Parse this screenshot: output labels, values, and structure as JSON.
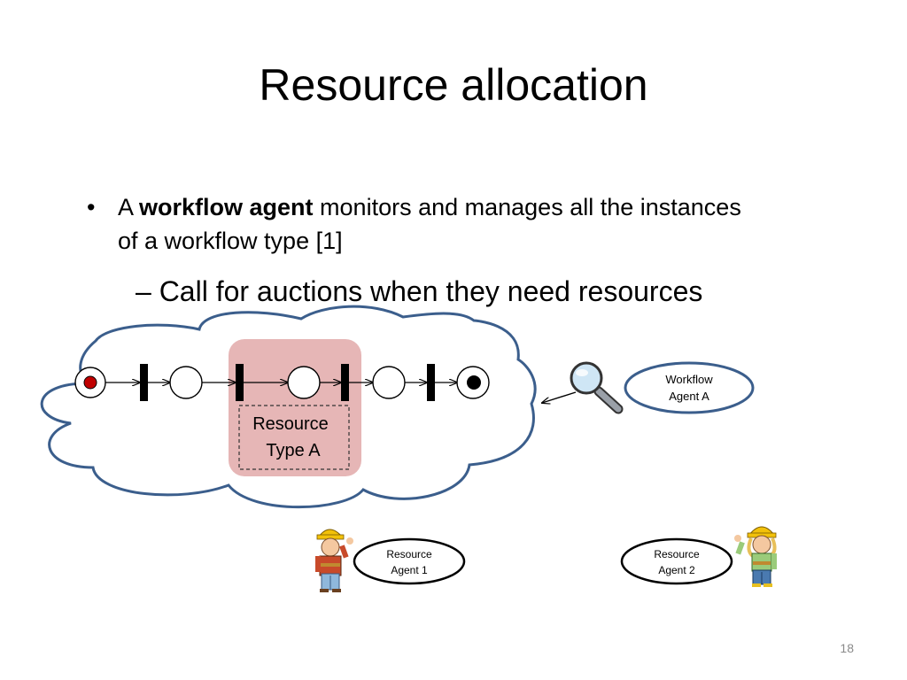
{
  "slide": {
    "title": "Resource allocation",
    "bullet": {
      "marker": "•",
      "prefix": "A ",
      "bold": "workflow agent",
      "rest": " monitors and manages all the instances of a workflow type [1]"
    },
    "sub_bullet": {
      "marker": "–",
      "text": "Call for auctions when they need resources"
    },
    "page_number": "18"
  },
  "diagram": {
    "resource_type": {
      "line1": "Resource",
      "line2": "Type A"
    },
    "workflow_agent": {
      "line1": "Workflow",
      "line2": "Agent A"
    },
    "resource_agent_1": {
      "line1": "Resource",
      "line2": "Agent 1"
    },
    "resource_agent_2": {
      "line1": "Resource",
      "line2": "Agent 2"
    },
    "icons": [
      "cloud-icon",
      "magnifier-icon",
      "builder-man-icon",
      "builder-woman-icon"
    ],
    "colors": {
      "cloud_stroke": "#3b5e8c",
      "highlight_fill": "#e6b6b6",
      "start_token": "#c00000"
    }
  }
}
